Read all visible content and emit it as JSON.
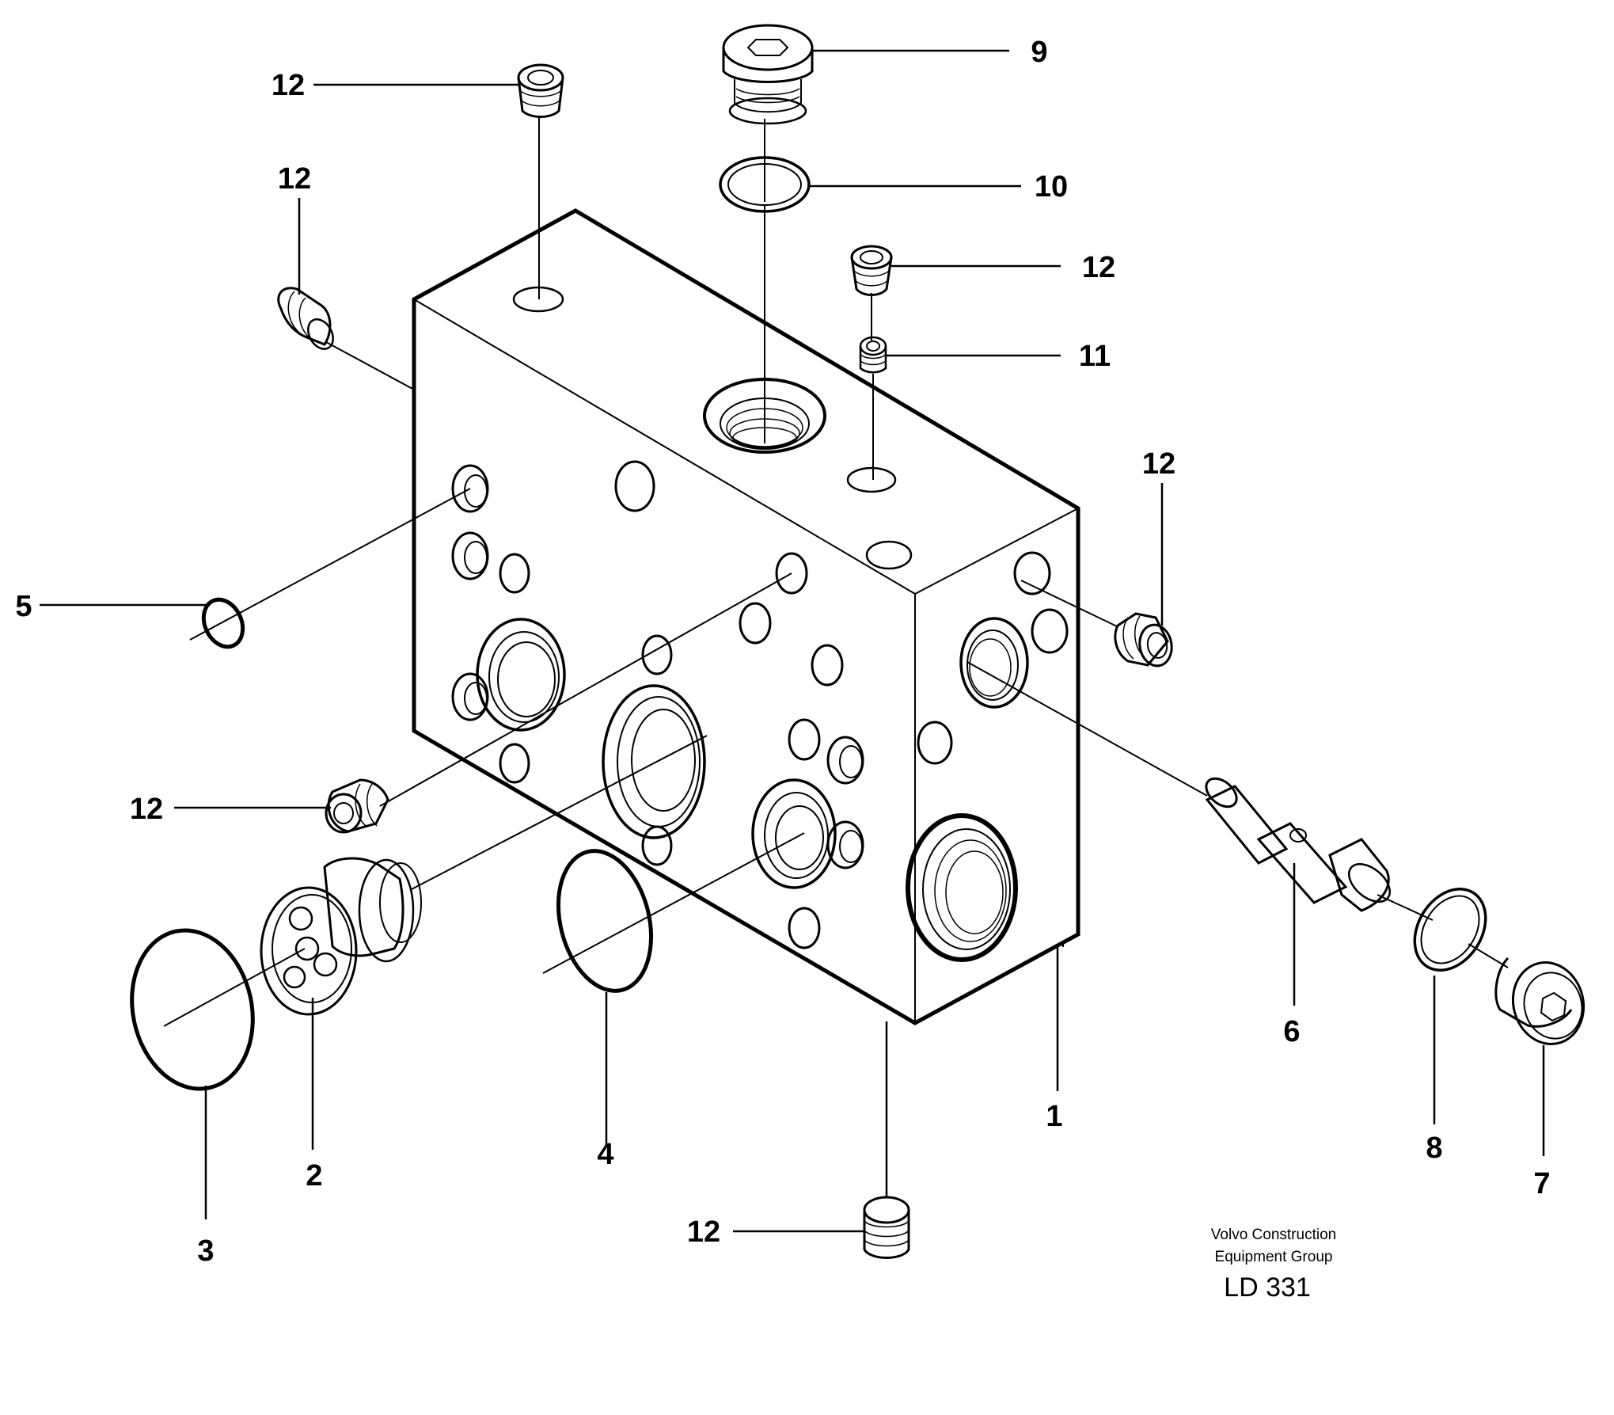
{
  "callouts": {
    "c1": "1",
    "c2": "2",
    "c3": "3",
    "c4": "4",
    "c5": "5",
    "c6": "6",
    "c7": "7",
    "c8": "8",
    "c9": "9",
    "c10": "10",
    "c11": "11",
    "c12_top": "12",
    "c12_upper_left": "12",
    "c12_upper_right": "12",
    "c12_right": "12",
    "c12_left": "12",
    "c12_bottom": "12"
  },
  "caption": {
    "line1": "Volvo Construction",
    "line2": "Equipment Group",
    "code": "LD 331"
  }
}
